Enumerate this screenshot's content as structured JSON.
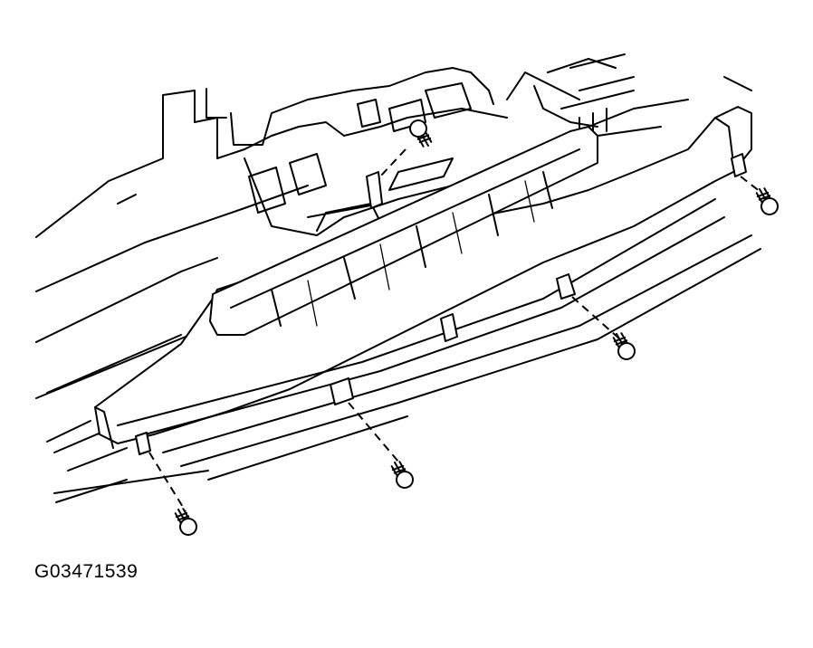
{
  "figure": {
    "id": "G03471539"
  },
  "parts": [
    {
      "name": "air-inlet-panel",
      "icon": "panel-outline"
    },
    {
      "name": "screw",
      "icon": "screw-icon",
      "count": 5
    }
  ]
}
